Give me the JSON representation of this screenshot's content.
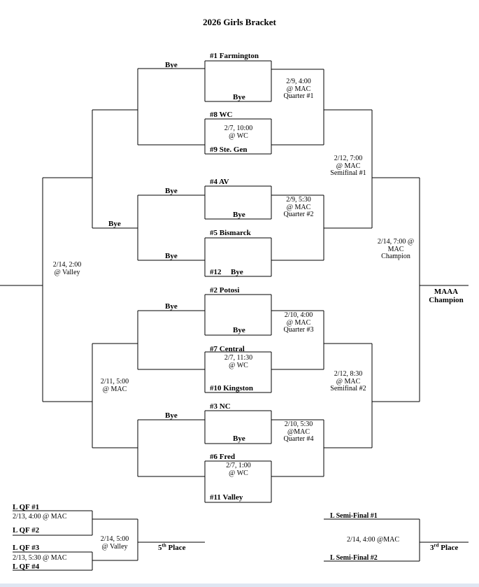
{
  "title": "2026 Girls Bracket",
  "teams": {
    "farmington": "#1 Farmington",
    "wc": "#8 WC",
    "ste_gen": "#9 Ste. Gen",
    "av": "#4 AV",
    "bismarck": "#5 Bismarck",
    "twelve": "#12",
    "potosi": "#2 Potosi",
    "central": "#7 Central",
    "kingston": "#10 Kingston",
    "nc": "#3 NC",
    "fred": "#6 Fred",
    "valley": "#11 Valley"
  },
  "bye": "Bye",
  "games": {
    "g1": [
      "2/7, 10:00",
      "@ WC"
    ],
    "g2": [
      "2/7, 11:30",
      "@ WC"
    ],
    "g3": [
      "2/7, 1:00",
      "@ WC"
    ],
    "qf1": [
      "2/9, 4:00",
      "@ MAC",
      "Quarter #1"
    ],
    "qf2": [
      "2/9, 5:30",
      "@ MAC",
      "Quarter #2"
    ],
    "qf3": [
      "2/10, 4:00",
      "@ MAC",
      "Quarter #3"
    ],
    "qf4": [
      "2/10,  5:30",
      "@MAC",
      "Quarter #4"
    ],
    "sf1": [
      "2/12,  7:00",
      "@ MAC",
      "Semifinal #1"
    ],
    "sf2": [
      "2/12,  8:30",
      "@ MAC",
      "Semifinal #2"
    ],
    "champ": [
      "2/14, 7:00 @",
      "MAC",
      "Champion"
    ],
    "left_top": [
      "2/14, 2:00",
      "@ Valley"
    ],
    "left_bottom": [
      "2/11, 5:00",
      "@ MAC"
    ]
  },
  "champion_label": [
    "MAAA",
    "Champion"
  ],
  "consolation": {
    "lqf1": "L QF #1",
    "lqf1_game": "2/13, 4:00 @ MAC",
    "lqf2": "L QF #2",
    "lqf3": "L QF #3",
    "lqf3_game": "2/13, 5:30 @ MAC",
    "lqf4": "L QF #4",
    "fifth_game": [
      "2/14, 5:00",
      "@ Valley"
    ],
    "fifth_place": "5",
    "fifth_sup": "th",
    "place_word": " Place",
    "lsf1": "L Semi-Final #1",
    "lsf2": "L Semi-Final #2",
    "third_game": "2/14, 4:00 @MAC",
    "third_place": "3",
    "third_sup": "rd"
  }
}
